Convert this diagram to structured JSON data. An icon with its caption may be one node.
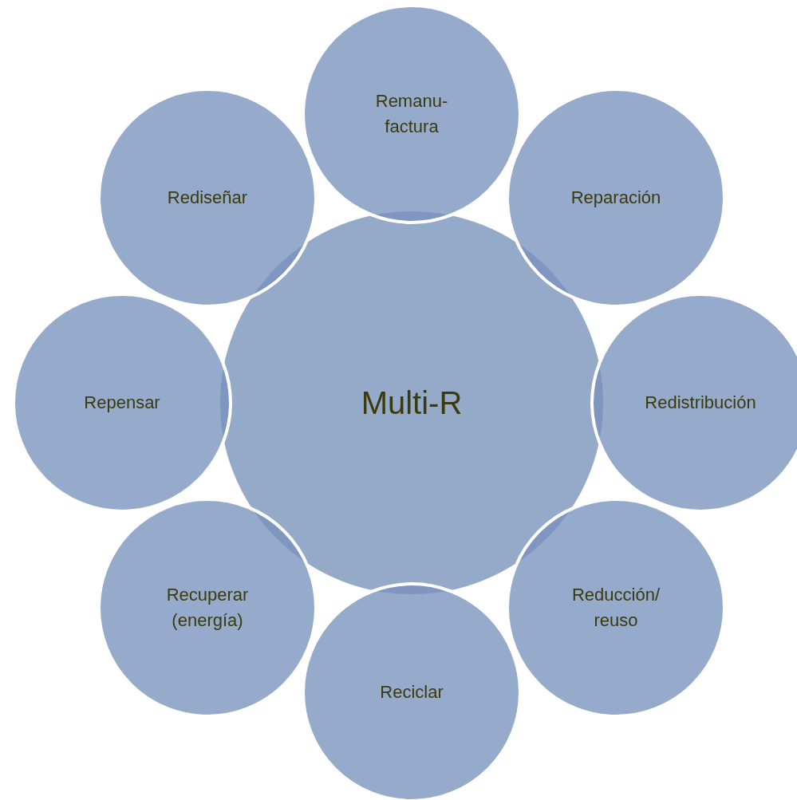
{
  "diagram": {
    "nodes": [
      {
        "text": [
          "Multi-R"
        ]
      },
      {
        "text": [
          "Remanu- factura"
        ]
      },
      {
        "text": [
          "Reparación"
        ]
      },
      {
        "text": [
          "Redistribución"
        ]
      },
      {
        "text": [
          "Reducción/ reuso"
        ]
      },
      {
        "text": [
          "Reciclar"
        ]
      },
      {
        "text": [
          "Recuperar (energía)"
        ]
      },
      {
        "text": [
          "Repensar"
        ]
      },
      {
        "text": [
          "Rediseñar"
        ]
      }
    ]
  }
}
